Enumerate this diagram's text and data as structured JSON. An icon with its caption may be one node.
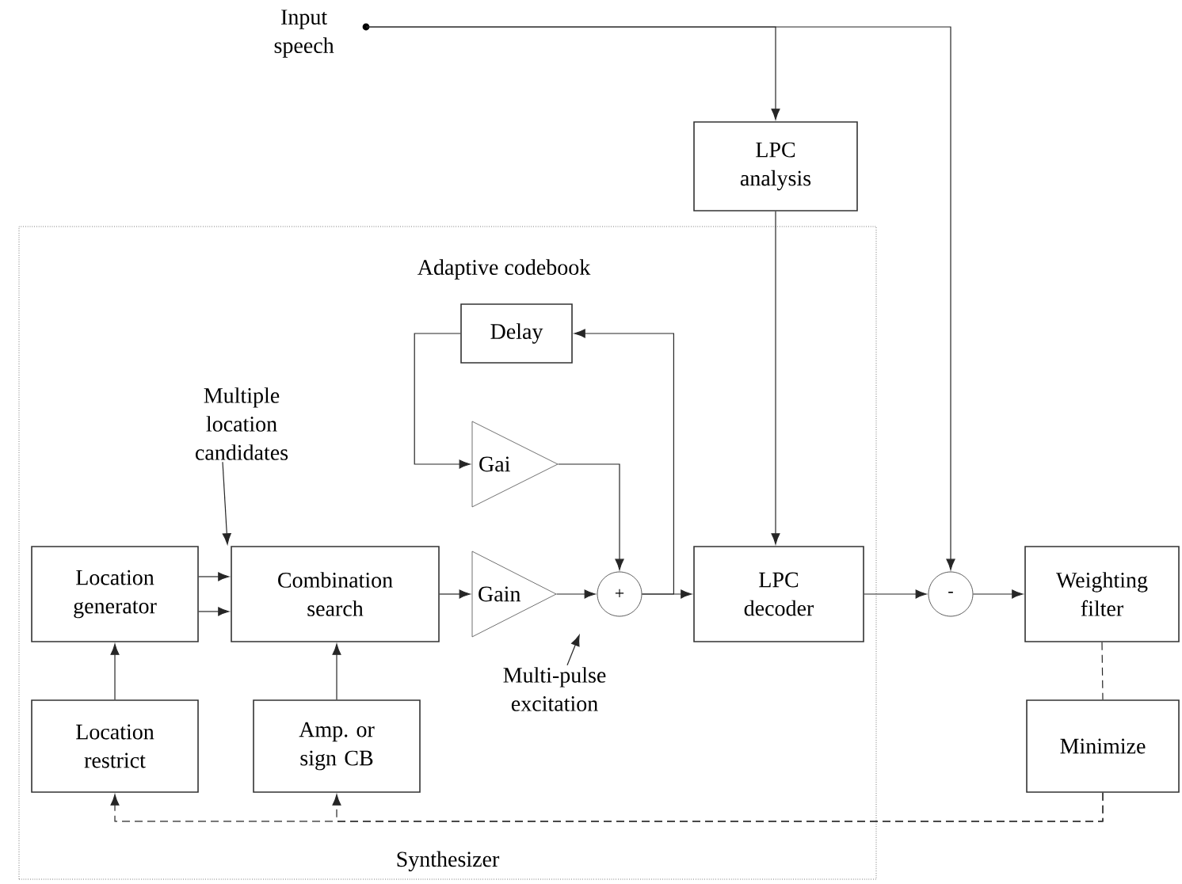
{
  "diagram": {
    "nodes": [
      {
        "text": [
          "Synthesizer"
        ]
      },
      {
        "text": [
          "Input speech"
        ]
      },
      {
        "text": [
          "LPC analysis"
        ]
      },
      {
        "text": [
          "Delay"
        ],
        "in": 0
      },
      {
        "text": [
          "Gai"
        ],
        "in": 0
      },
      {
        "text": [
          "Location generator"
        ],
        "in": 0
      },
      {
        "text": [
          "Combination search"
        ],
        "in": 0
      },
      {
        "text": [
          "Gain"
        ],
        "in": 0
      },
      {
        "text": [
          "+"
        ],
        "in": 0
      },
      {
        "text": [
          "LPC decoder"
        ],
        "in": 0
      },
      {
        "text": [
          "Location restrict"
        ],
        "in": 0
      },
      {
        "text": [
          "Amp. or sign CB"
        ],
        "in": 0
      },
      {
        "text": [
          "-"
        ]
      },
      {
        "text": [
          "Weighting filter"
        ]
      },
      {
        "text": [
          "Minimize"
        ]
      },
      {
        "text": [
          "Multiple location candidates"
        ],
        "in": 0
      },
      {
        "text": [
          "Multi-pulse excitation"
        ],
        "in": 0
      }
    ],
    "edges": [
      {
        "from": 1,
        "to": 2,
        "arrow": "to"
      },
      {
        "from": 1,
        "to": 12,
        "arrow": "to"
      },
      {
        "from": 2,
        "to": 9,
        "arrow": "to"
      },
      {
        "from": 9,
        "to": 12,
        "arrow": "to"
      },
      {
        "from": 12,
        "to": 13,
        "arrow": "to"
      },
      {
        "from": 5,
        "to": 6,
        "arrow": "to"
      },
      {
        "from": 5,
        "to": 6,
        "arrow": "to"
      },
      {
        "from": 6,
        "to": 7,
        "arrow": "to"
      },
      {
        "from": 7,
        "to": 8,
        "arrow": "to"
      },
      {
        "from": 4,
        "to": 8,
        "arrow": "to"
      },
      {
        "from": 3,
        "to": 4,
        "arrow": "to"
      },
      {
        "from": 8,
        "to": 9,
        "arrow": "to"
      },
      {
        "from": 8,
        "to": 3,
        "arrow": "to"
      },
      {
        "from": 10,
        "to": 5,
        "arrow": "to"
      },
      {
        "from": 11,
        "to": 6,
        "arrow": "to"
      },
      {
        "from": 13,
        "to": 14,
        "arrow": "none",
        "style": "dashed"
      },
      {
        "from": 14,
        "to": 10,
        "arrow": "to",
        "style": "dashed"
      },
      {
        "from": 14,
        "to": 11,
        "arrow": "to",
        "style": "dashed"
      },
      {
        "from": 15,
        "to": 6,
        "arrow": "to"
      },
      {
        "from": 16,
        "to": null,
        "arrow": "to"
      }
    ],
    "labels": [
      "Adaptive codebook"
    ]
  }
}
